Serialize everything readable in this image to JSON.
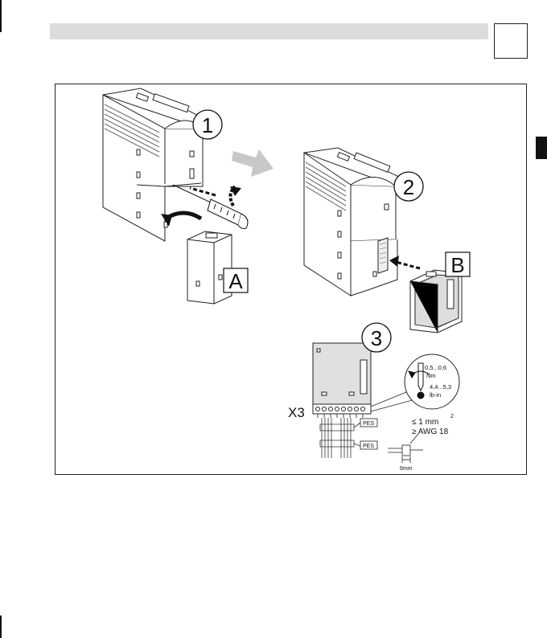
{
  "steps": {
    "one": "1",
    "two": "2",
    "three": "3"
  },
  "labels": {
    "a": "A",
    "b": "B"
  },
  "connector": {
    "name": "X3",
    "pes_top": "PES",
    "pes_bottom": "PES"
  },
  "torque": {
    "nm_range": "0,5...0,6",
    "nm_unit": "Nm",
    "lbin_range": "4,4...5,3",
    "lbin_unit": "lb-in"
  },
  "wire_spec": {
    "metric": "≤ 1 mm",
    "metric_exp": "2",
    "awg": "≥ AWG 18",
    "strip_length": "6mm"
  }
}
